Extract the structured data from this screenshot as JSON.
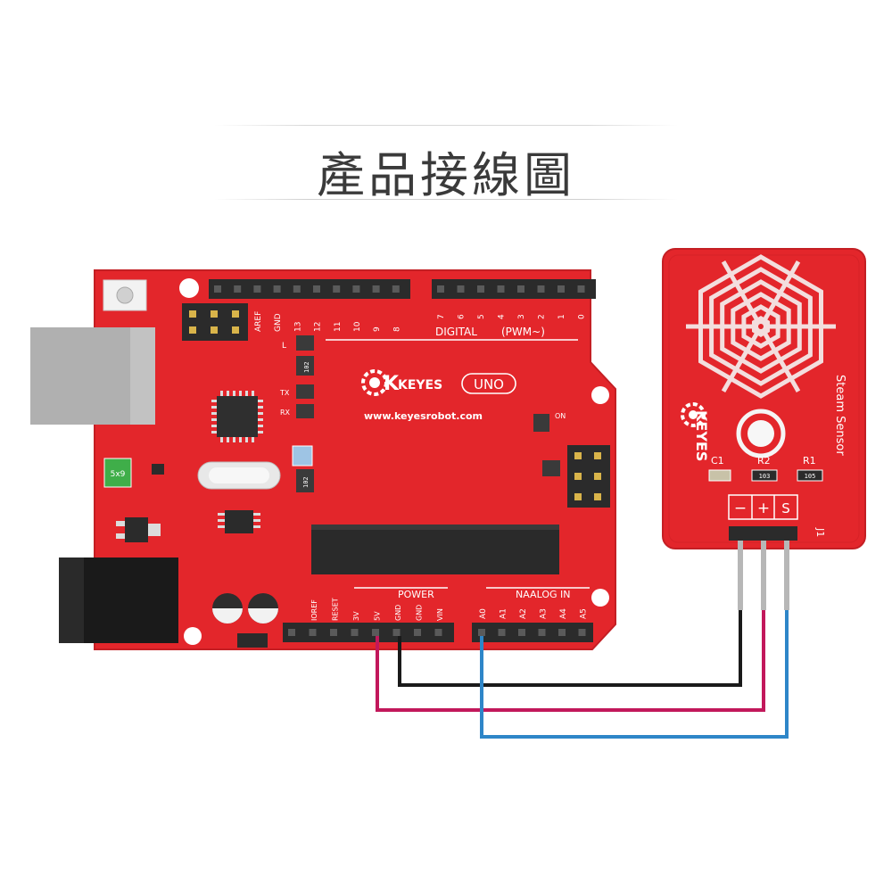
{
  "title": "產品接線圖",
  "board": {
    "brand": "KEYES",
    "model": "UNO",
    "url": "www.keyesrobot.com",
    "digital_label": "DIGITAL",
    "pwm_label": "(PWM~)",
    "power_label": "POWER",
    "analog_label": "NAALOG IN",
    "on_label": "ON",
    "tx_label": "TX",
    "rx_label": "RX",
    "l_label": "L",
    "fuse_label": "5x9",
    "top_pins_left": [
      "AREF",
      "GND",
      "13",
      "12",
      "11",
      "10",
      "9",
      "8"
    ],
    "top_pins_right": [
      "7",
      "6",
      "5",
      "4",
      "3",
      "2",
      "1",
      "0"
    ],
    "power_pins": [
      "IOREF",
      "RESET",
      "3V",
      "5V",
      "GND",
      "GND",
      "VIN"
    ],
    "analog_pins": [
      "A0",
      "A1",
      "A2",
      "A3",
      "A4",
      "A5"
    ],
    "resistor_code_1": "102",
    "resistor_code_2": "102"
  },
  "sensor": {
    "name": "Steam Sensor",
    "brand": "KEYES",
    "c1": "C1",
    "r2": "R2",
    "r1": "R1",
    "r2_code": "103",
    "r1_code": "105",
    "connector": "J1",
    "pins": [
      "−",
      "+",
      "S"
    ]
  },
  "wires": [
    {
      "from": "GND",
      "to": "−",
      "color": "#1a1a1a"
    },
    {
      "from": "5V",
      "to": "+",
      "color": "#c2185b"
    },
    {
      "from": "A0",
      "to": "S",
      "color": "#2e86c8"
    }
  ],
  "colors": {
    "pcb": "#e3262b",
    "pcb_dark": "#b81d22",
    "header": "#2b2b2b",
    "title_text": "#3a3a3a"
  }
}
